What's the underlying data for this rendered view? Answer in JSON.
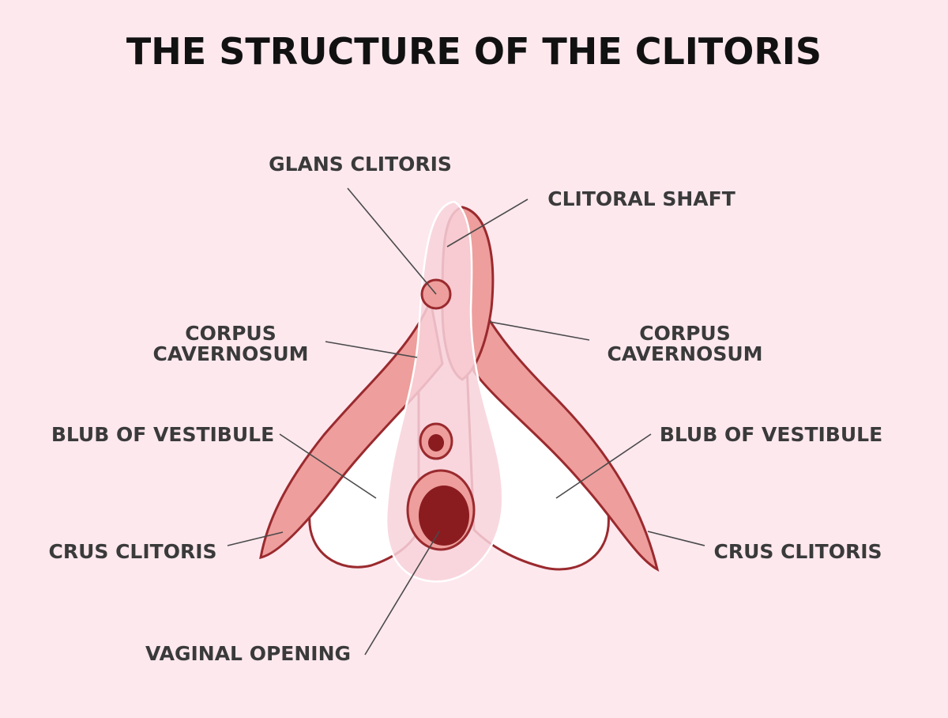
{
  "title": "THE STRUCTURE OF THE CLITORIS",
  "colors": {
    "background": "#fde8ee",
    "outline": "#9a2a2e",
    "pink_tissue": "#ee9e9c",
    "light_tissue": "#f8d2da",
    "white_tissue": "#ffffff",
    "opening": "#8a1c20"
  },
  "labels": {
    "glans_clitoris": "GLANS CLITORIS",
    "clitoral_shaft": "CLITORAL SHAFT",
    "corpus_left_1": "CORPUS",
    "corpus_left_2": "CAVERNOSUM",
    "corpus_right_1": "CORPUS",
    "corpus_right_2": "CAVERNOSUM",
    "bulb_left": "BLUB OF VESTIBULE",
    "bulb_right": "BLUB OF VESTIBULE",
    "crus_left": "CRUS CLITORIS",
    "crus_right": "CRUS CLITORIS",
    "vaginal_opening": "VAGINAL OPENING"
  }
}
